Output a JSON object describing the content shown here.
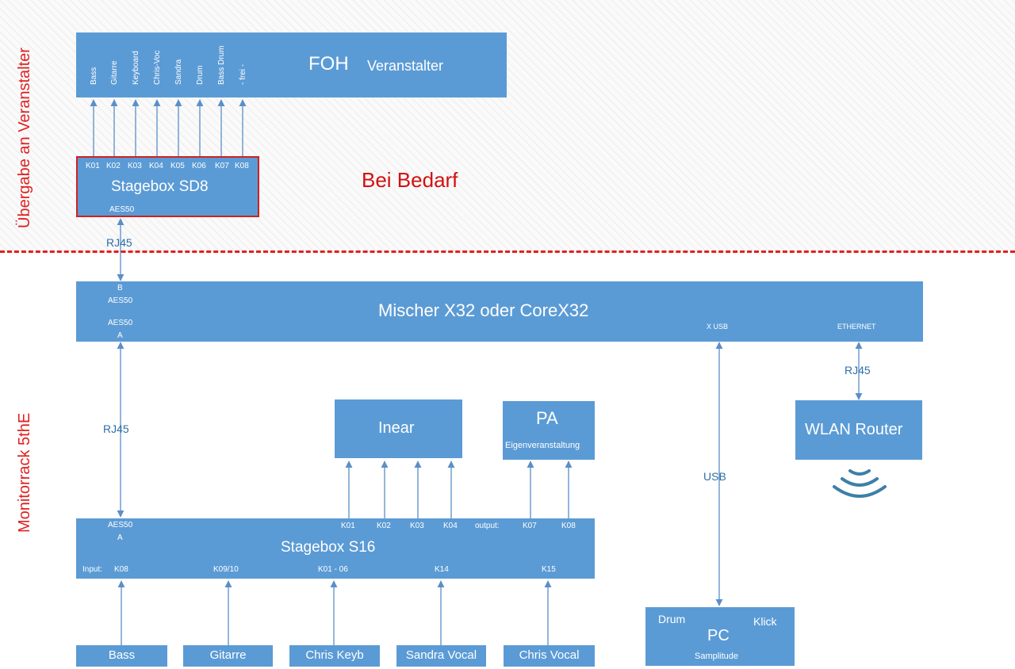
{
  "sides": {
    "top": "Übergabe an Veranstalter",
    "bottom": "Monitorrack 5thE"
  },
  "foh": {
    "title": "FOH",
    "subtitle": "Veranstalter",
    "channels": [
      "Bass",
      "Gitarre",
      "Keyboard",
      "Chris-Voc",
      "Sandra",
      "Drum",
      "Bass Drum",
      "- frei -"
    ]
  },
  "sd8": {
    "title": "Stagebox SD8",
    "outputs": [
      "K01",
      "K02",
      "K03",
      "K04",
      "K05",
      "K06",
      "K07",
      "K08"
    ],
    "aes": "AES50"
  },
  "bei_bedarf": "Bei Bedarf",
  "rj45_top": "RJ45",
  "mixer": {
    "title": "Mischer X32 oder CoreX32",
    "b_letter": "B",
    "b_aes": "AES50",
    "a_aes": "AES50",
    "a_letter": "A",
    "xusb": "X USB",
    "ethernet": "ETHERNET"
  },
  "rj45_left": "RJ45",
  "rj45_right": "RJ45",
  "usb": "USB",
  "inear": {
    "title": "Inear"
  },
  "pa": {
    "title": "PA",
    "subtitle": "Eigenveranstaltung"
  },
  "router": {
    "title": "WLAN Router"
  },
  "s16": {
    "title": "Stagebox S16",
    "aes": "AES50",
    "a_letter": "A",
    "outputs": [
      "K01",
      "K02",
      "K03",
      "K04"
    ],
    "output_label": "output:",
    "pa_outputs": [
      "K07",
      "K08"
    ],
    "input_label": "Input:",
    "inputs": [
      "K08",
      "K09/10",
      "K01 - 06",
      "K14",
      "K15"
    ]
  },
  "sources": [
    "Bass",
    "Gitarre",
    "Chris Keyb",
    "Sandra Vocal",
    "Chris Vocal"
  ],
  "pc": {
    "title": "PC",
    "drum": "Drum",
    "klick": "Klick",
    "software": "Samplitude"
  },
  "colors": {
    "box": "#5b9bd5",
    "line": "#5b8fc7",
    "red": "#e02020"
  }
}
